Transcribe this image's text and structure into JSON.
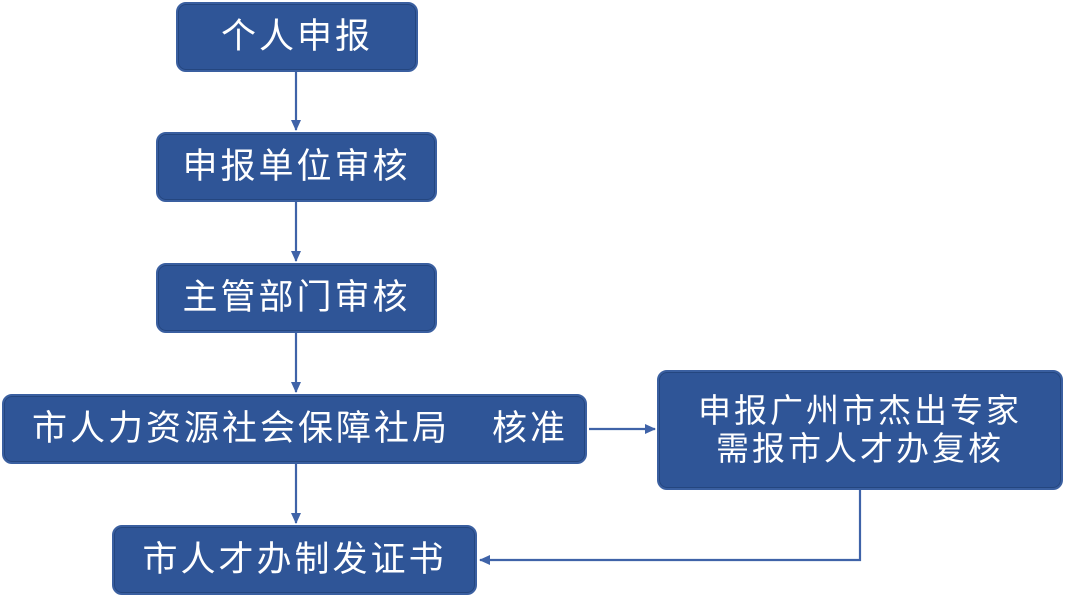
{
  "nodes": {
    "personal_application": "个人申报",
    "unit_review": "申报单位审核",
    "department_review": "主管部门审核",
    "hr_bureau_approval": {
      "name": "市人力资源社会保障社局",
      "action": "核准"
    },
    "expert_review": {
      "line1": "申报广州市杰出专家",
      "line2": "需报市人才办复核"
    },
    "certificate_issue": "市人才办制发证书"
  },
  "colors": {
    "node_fill": "#2f5597",
    "node_text": "#ffffff",
    "connector": "#3f63a8"
  }
}
